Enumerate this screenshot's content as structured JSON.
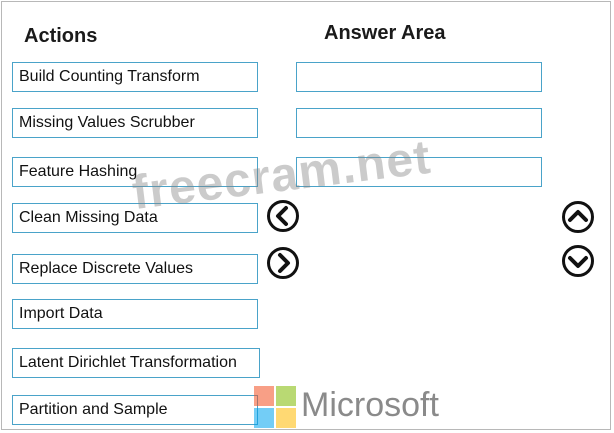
{
  "headings": {
    "actions": "Actions",
    "answer_area": "Answer Area"
  },
  "actions": [
    {
      "label": "Build Counting Transform"
    },
    {
      "label": "Missing Values Scrubber"
    },
    {
      "label": "Feature Hashing"
    },
    {
      "label": "Clean Missing Data"
    },
    {
      "label": "Replace Discrete Values"
    },
    {
      "label": "Import Data"
    },
    {
      "label": "Latent Dirichlet Transformation"
    },
    {
      "label": "Partition and Sample"
    }
  ],
  "answer_slots": [
    "",
    "",
    ""
  ],
  "watermark": "freecram.net",
  "branding": {
    "name": "Microsoft",
    "logo_colors": [
      "#f25022",
      "#7fba00",
      "#00a4ef",
      "#ffb900"
    ]
  },
  "colors": {
    "box_border": "#4aa3c9",
    "heading": "#1a1a1a"
  },
  "icons": [
    "chevron-left-icon",
    "chevron-right-icon",
    "chevron-up-icon",
    "chevron-down-icon"
  ]
}
